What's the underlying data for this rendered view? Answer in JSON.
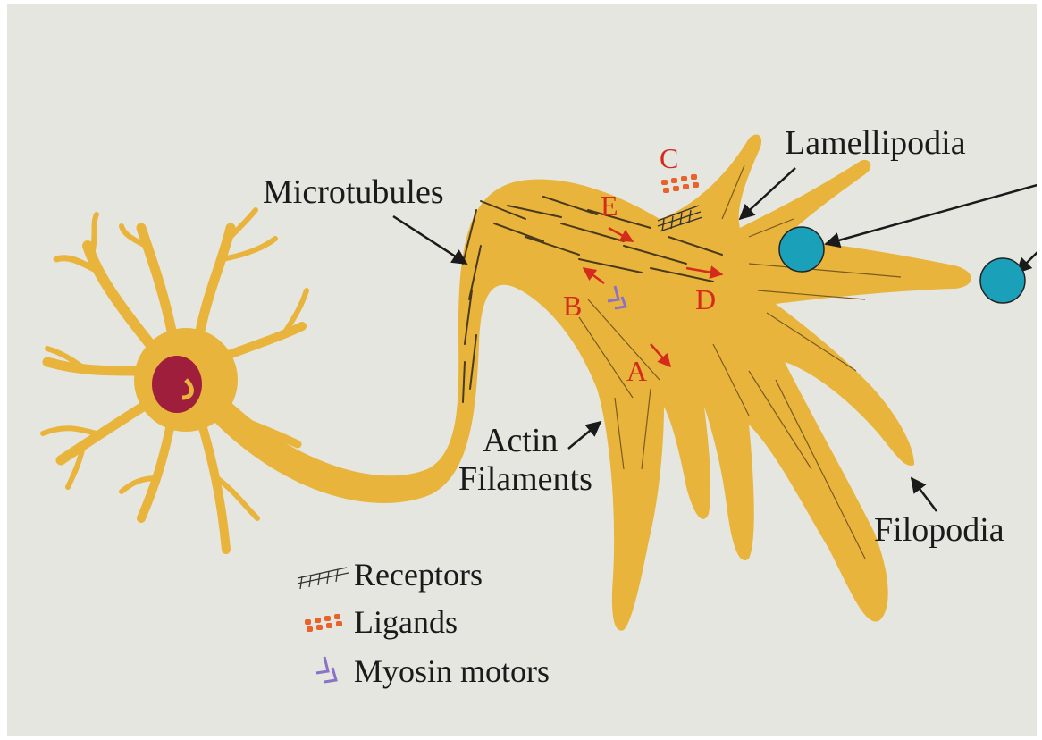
{
  "labels": {
    "microtubules": "Microtubules",
    "lamellipodia": "Lamellipodia",
    "actin_line1": "Actin",
    "actin_line2": "Filaments",
    "filopodia": "Filopodia"
  },
  "markers": {
    "a": "A",
    "b": "B",
    "c": "C",
    "d": "D",
    "e": "E"
  },
  "legend": {
    "receptors": "Receptors",
    "ligands": "Ligands",
    "myosin": "Myosin motors"
  },
  "colors": {
    "background": "#e6e6e0",
    "neuron": "#e8b43c",
    "nucleus": "#9e1e3c",
    "arrow_red": "#d42b1c",
    "ligand": "#e8622a",
    "myosin": "#8a72c8",
    "ball": "#1aa0b8"
  }
}
